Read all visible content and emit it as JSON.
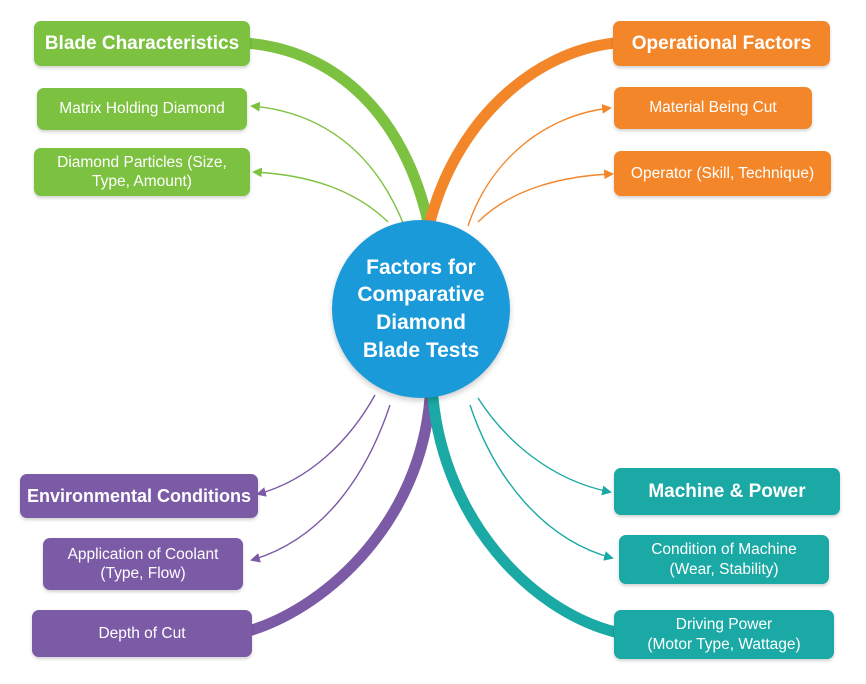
{
  "center": {
    "lines": [
      "Factors for",
      "Comparative",
      "Diamond",
      "Blade Tests"
    ]
  },
  "colors": {
    "green": "#7cc13f",
    "orange": "#f4862a",
    "purple": "#7b5aa6",
    "teal": "#1aa9a4",
    "center": "#1b9ad9"
  },
  "branches": {
    "blade": {
      "title": "Blade Characteristics",
      "items": [
        {
          "lines": [
            "Matrix Holding Diamond"
          ]
        },
        {
          "lines": [
            "Diamond Particles (Size,",
            "Type, Amount)"
          ]
        }
      ]
    },
    "operational": {
      "title": "Operational Factors",
      "items": [
        {
          "lines": [
            "Material Being Cut"
          ]
        },
        {
          "lines": [
            "Operator (Skill, Technique)"
          ]
        }
      ]
    },
    "environmental": {
      "title": "Environmental Conditions",
      "items": [
        {
          "lines": [
            "Application of Coolant",
            "(Type, Flow)"
          ]
        },
        {
          "lines": [
            "Depth of Cut"
          ]
        }
      ]
    },
    "machine": {
      "title": "Machine & Power",
      "items": [
        {
          "lines": [
            "Condition of Machine",
            "(Wear, Stability)"
          ]
        },
        {
          "lines": [
            "Driving Power",
            "(Motor Type, Wattage)"
          ]
        }
      ]
    }
  }
}
